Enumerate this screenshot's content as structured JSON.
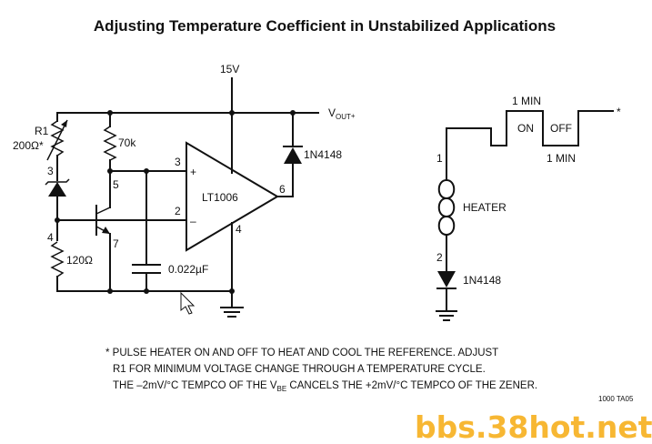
{
  "title": "Adjusting Temperature Coefficient in Unstabilized Applications",
  "supply": "15V",
  "vout": {
    "main": "V",
    "sub": "OUT",
    "sup": "+"
  },
  "r1": {
    "name": "R1",
    "value": "200Ω*"
  },
  "r70k": "70k",
  "r120": "120Ω",
  "cap": "0.022µF",
  "diode_out": "1N4148",
  "opamp": {
    "name": "LT1006",
    "plus": "+",
    "minus": "–"
  },
  "pins": {
    "p3a": "3",
    "p4a": "4",
    "p5": "5",
    "p7": "7",
    "p3": "3",
    "p2": "2",
    "p6": "6",
    "p4": "4"
  },
  "heater": {
    "label": "HEATER",
    "pin1": "1",
    "pin2": "2",
    "diode": "1N4148",
    "on_time": "1 MIN",
    "off_time": "1 MIN",
    "on": "ON",
    "off": "OFF",
    "star": "*"
  },
  "notes": {
    "line1": "* PULSE HEATER ON AND OFF TO HEAT AND COOL THE REFERENCE. ADJUST",
    "line2": "R1 FOR MINIMUM VOLTAGE CHANGE THROUGH A TEMPERATURE CYCLE.",
    "line3_pre": "THE –2mV/°C TEMPCO OF THE V",
    "line3_sub": "BE",
    "line3_post": " CANCELS THE +2mV/°C TEMPCO OF THE ZENER."
  },
  "figure_code": "1000 TA05",
  "watermark": "bbs.38hot.net"
}
